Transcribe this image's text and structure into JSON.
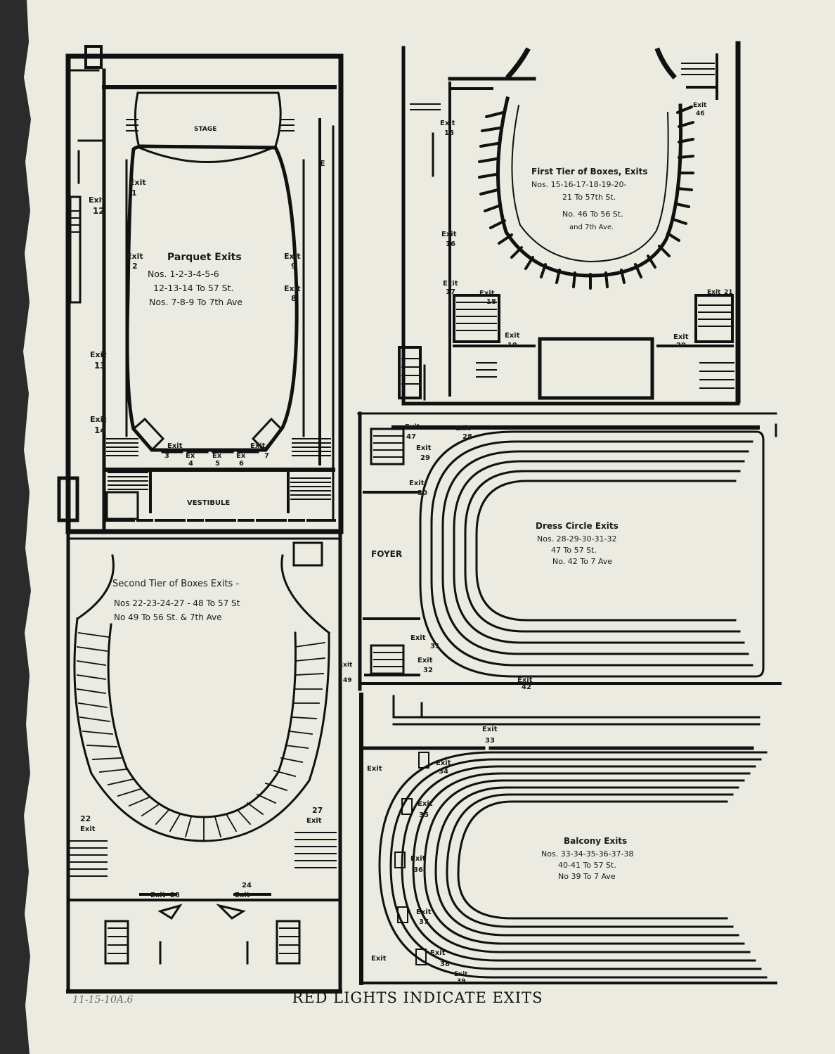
{
  "caption": "RED LIGHTS INDICATE EXITS",
  "pencil_note": "11-15-10A.6",
  "parquet": {
    "stage": "STAGE",
    "title": "Parquet Exits",
    "line1": "Nos. 1-2-3-4-5-6",
    "line2": "12-13-14 To 57 St.",
    "line3": "Nos. 7-8-9 To 7th Ave",
    "vestibule": "VESTIBULE",
    "e_mark": "E",
    "exit_word": "Exit",
    "ex_word": "Ex",
    "n1": "1",
    "n2": "2",
    "n3": "3",
    "n4": "4",
    "n5": "5",
    "n6": "6",
    "n7": "7",
    "n8": "8",
    "n9": "9",
    "n12": "12",
    "n13": "13",
    "n14": "14"
  },
  "first_tier": {
    "title": "First Tier of Boxes, Exits",
    "line1": "Nos. 15-16-17-18-19-20-",
    "line2": "21 To 57th St.",
    "line3": "No. 46 To 56 St.",
    "line4": "and 7th Ave.",
    "exit_word": "Exit",
    "n15": "15",
    "n16": "16",
    "n17": "17",
    "n18": "18",
    "n19": "19",
    "n20": "20",
    "n46": "46",
    "n21": "21"
  },
  "dress_circle": {
    "title": "Dress Circle Exits",
    "line1": "Nos. 28-29-30-31-32",
    "line2": "47 To 57 St.",
    "line3": "No. 42 To 7 Ave",
    "foyer": "FOYER",
    "exit_word": "Exit",
    "n47": "47",
    "n28": "28",
    "n29": "29",
    "n30": "30",
    "n31": "31",
    "n32": "32",
    "n42": "42"
  },
  "second_tier": {
    "title": "Second Tier of Boxes Exits -",
    "line1": "Nos 22-23-24-27 - 48 To 57 St",
    "line2": "No 49 To 56 St. & 7th Ave",
    "exit_word": "Exit",
    "n22": "22",
    "n23": "23",
    "n24": "24",
    "n27": "27",
    "n49": "49"
  },
  "balcony": {
    "title": "Balcony Exits",
    "line1": "Nos. 33-34-35-36-37-38",
    "line2": "40-41 To 57 St.",
    "line3": "No 39 To 7 Ave",
    "exit_word": "Exit",
    "n33": "33",
    "n34": "34",
    "n35": "35",
    "n36": "36",
    "n37": "37",
    "n38": "38",
    "n39": "39"
  }
}
